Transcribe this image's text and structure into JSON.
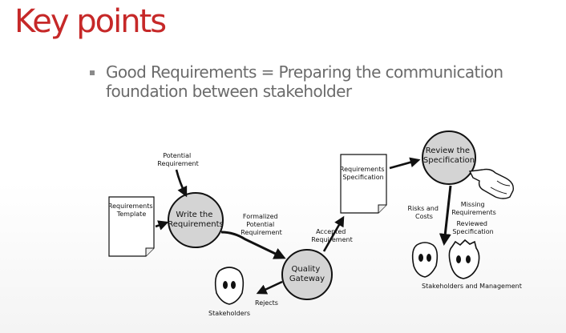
{
  "title": "Key points",
  "bullet": "Good Requirements = Preparing the communication foundation between stakeholder",
  "diagram": {
    "docs": {
      "template": [
        "Requirements",
        "Template"
      ],
      "spec": [
        "Requirements",
        "Specification"
      ]
    },
    "processes": {
      "write": [
        "Write the",
        "Requirements"
      ],
      "gateway": [
        "Quality",
        "Gateway"
      ],
      "review": [
        "Review the",
        "Specification"
      ]
    },
    "flows": {
      "potential": [
        "Potential",
        "Requirement"
      ],
      "formalized": [
        "Formalized",
        "Potential",
        "Requirement"
      ],
      "accepted": [
        "Accepted",
        "Requirement"
      ],
      "rejects": "Rejects",
      "risks": [
        "Risks and",
        "Costs"
      ],
      "missing": [
        "Missing",
        "Requirements"
      ],
      "reviewed": [
        "Reviewed",
        "Specification"
      ]
    },
    "actors": {
      "stakeholders": "Stakeholders",
      "stakeholders_mgmt": "Stakeholders and Management"
    },
    "colors": {
      "process_fill": "#d4d4d4",
      "stroke": "#111111",
      "title": "#c62828",
      "bullet_text": "#6b6b6b"
    }
  }
}
